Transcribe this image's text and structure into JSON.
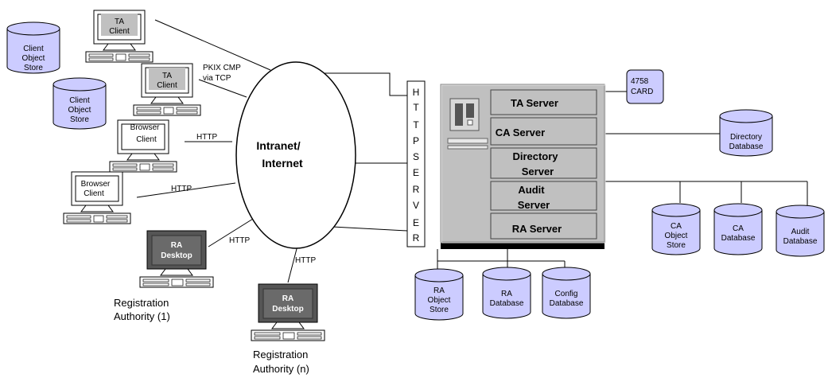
{
  "network": {
    "label_line1": "Intranet/",
    "label_line2": "Internet"
  },
  "http_server": {
    "letters": [
      "H",
      "T",
      "T",
      "P",
      "S",
      "E",
      "R",
      "V",
      "E",
      "R"
    ]
  },
  "server_rack": {
    "modules": [
      "TA Server",
      "CA Server",
      "Directory",
      "Server",
      "Audit",
      "Server",
      "RA Server"
    ]
  },
  "card": {
    "line1": "4758",
    "line2": "CARD"
  },
  "clients": {
    "ta1": {
      "line1": "TA",
      "line2": "Client"
    },
    "ta2": {
      "line1": "TA",
      "line2": "Client"
    },
    "browser1": {
      "line1": "Browser",
      "line2": "Client"
    },
    "browser2": {
      "line1": "Browser",
      "line2": "Client"
    },
    "ra1": {
      "line1": "RA",
      "line2": "Desktop"
    },
    "ra2": {
      "line1": "RA",
      "line2": "Desktop"
    }
  },
  "protocols": {
    "pkix_line1": "PKIX CMP",
    "pkix_line2": "via TCP",
    "http1": "HTTP",
    "http2": "HTTP",
    "http3": "HTTP",
    "http4": "HTTP"
  },
  "stores": {
    "client1": [
      "Client",
      "Object",
      "Store"
    ],
    "client2": [
      "Client",
      "Object",
      "Store"
    ],
    "directory": [
      "Directory",
      "Database"
    ],
    "ca_object": [
      "CA",
      "Object",
      "Store"
    ],
    "ca_db": [
      "CA",
      "Database"
    ],
    "audit_db": [
      "Audit",
      "Database"
    ],
    "ra_object": [
      "RA",
      "Object",
      "Store"
    ],
    "ra_db": [
      "RA",
      "Database"
    ],
    "config_db": [
      "Config",
      "Database"
    ]
  },
  "authorities": {
    "ra1_line1": "Registration",
    "ra1_line2": "Authority (1)",
    "ran_line1": "Registration",
    "ran_line2": "Authority (n)"
  },
  "colors": {
    "store_fill": "#ccccff",
    "rack_fill": "#c0c0c0",
    "desktop_fill": "#666666"
  }
}
